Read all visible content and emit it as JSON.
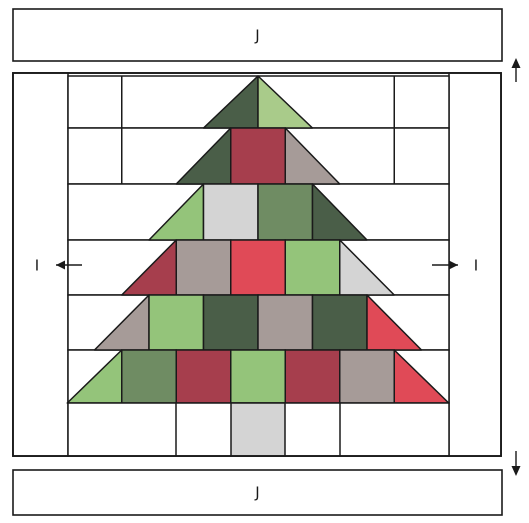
{
  "labels": {
    "top_border": "J",
    "bottom_border": "J",
    "left_side": "I",
    "right_side": "I"
  },
  "colors": {
    "stroke": "#1a1a1a",
    "background": "#ffffff",
    "dark_green": "#4a5e48",
    "medium_green": "#6f8c63",
    "light_green": "#94c47a",
    "pale_green": "#a9cb8a",
    "dark_red": "#a63e4d",
    "red": "#e04a57",
    "taupe": "#a69b98",
    "light_gray": "#d4d4d4"
  },
  "tree_rows": [
    [
      "dark_green",
      "pale_green"
    ],
    [
      "dark_green",
      "dark_red",
      "taupe"
    ],
    [
      "light_green",
      "light_gray",
      "medium_green",
      "dark_green"
    ],
    [
      "dark_red",
      "taupe",
      "red",
      "light_green",
      "light_gray"
    ],
    [
      "taupe",
      "light_green",
      "dark_green",
      "taupe",
      "dark_green",
      "red"
    ],
    [
      "light_green",
      "medium_green",
      "dark_red",
      "light_green",
      "dark_red",
      "taupe",
      "red"
    ]
  ],
  "trunk": "light_gray"
}
